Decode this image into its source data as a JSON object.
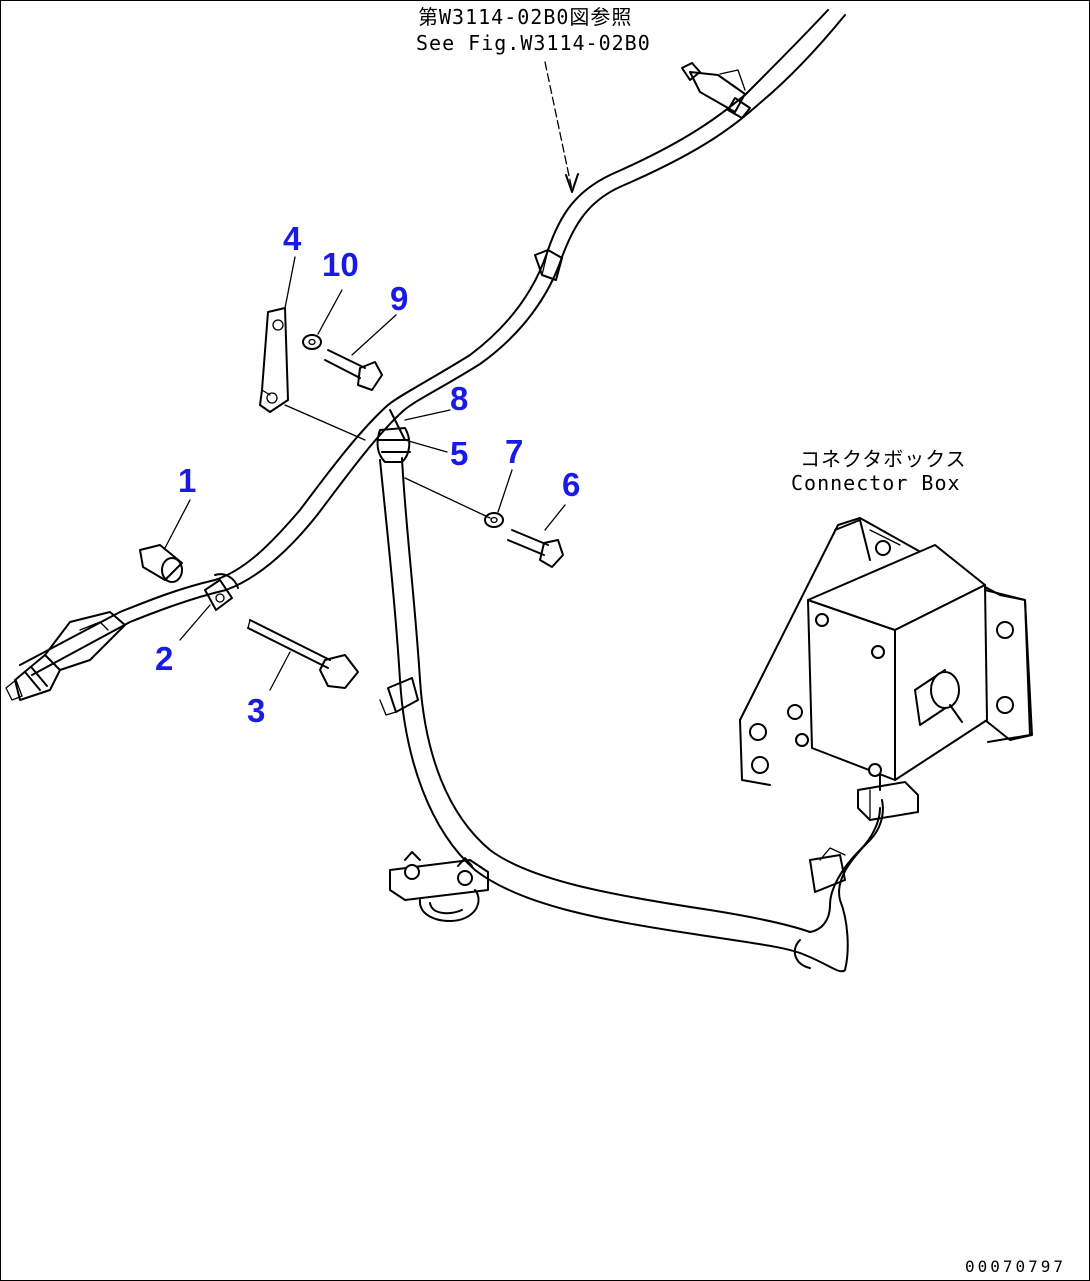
{
  "reference_note": {
    "line_jp": "第W3114-02B0図参照",
    "line_en": "See Fig.W3114-02B0"
  },
  "connector_box_label": {
    "line_jp": "コネクタボックス",
    "line_en": "Connector Box"
  },
  "part_callouts": [
    {
      "id": "1",
      "label": "1"
    },
    {
      "id": "2",
      "label": "2"
    },
    {
      "id": "3",
      "label": "3"
    },
    {
      "id": "4",
      "label": "4"
    },
    {
      "id": "5",
      "label": "5"
    },
    {
      "id": "6",
      "label": "6"
    },
    {
      "id": "7",
      "label": "7"
    },
    {
      "id": "8",
      "label": "8"
    },
    {
      "id": "9",
      "label": "9"
    },
    {
      "id": "10",
      "label": "10"
    }
  ],
  "figure_number": "00070797",
  "colors": {
    "callout": "#1a1ae6",
    "line": "#000000",
    "background": "#ffffff"
  }
}
